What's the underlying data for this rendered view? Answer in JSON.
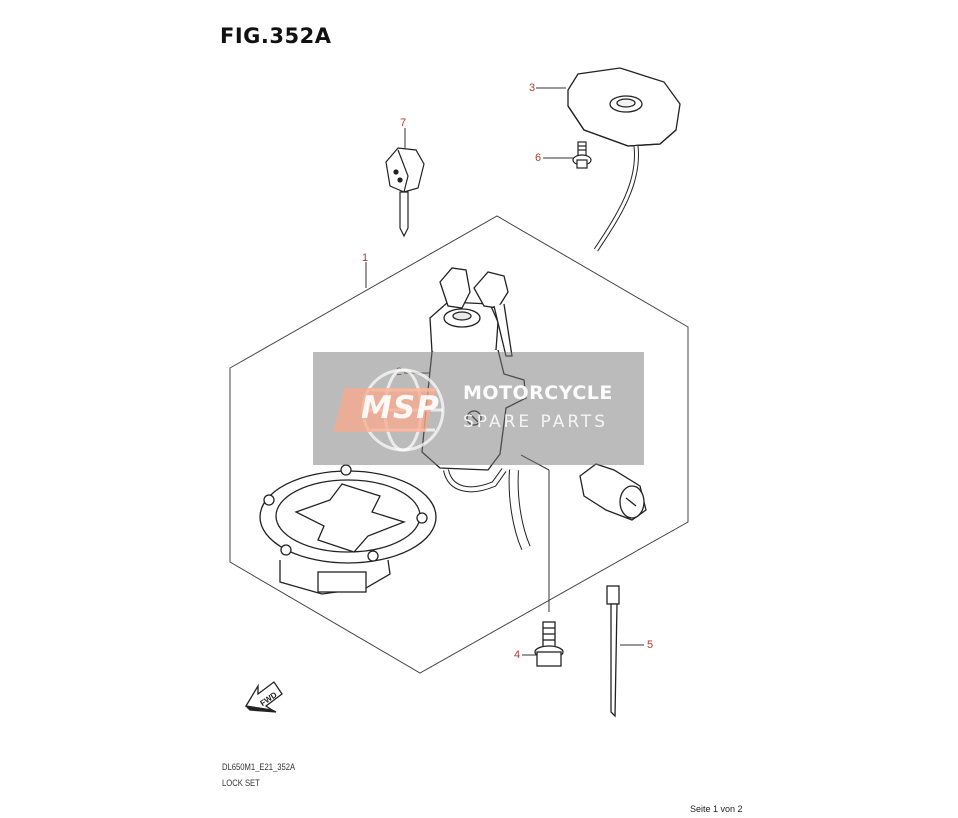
{
  "figure": {
    "title": "FIG.352A",
    "model_code": "DL650M1_E21_352A",
    "group_name": "LOCK SET",
    "page_label": "Seite 1 von 2"
  },
  "callouts": [
    {
      "id": "1",
      "label": "1"
    },
    {
      "id": "2",
      "label": "2"
    },
    {
      "id": "3",
      "label": "3"
    },
    {
      "id": "4",
      "label": "4"
    },
    {
      "id": "5",
      "label": "5"
    },
    {
      "id": "6",
      "label": "6"
    },
    {
      "id": "7",
      "label": "7"
    }
  ],
  "direction_arrow": {
    "label": "FWD"
  },
  "watermark": {
    "badge": "MSP",
    "line1": "MOTORCYCLE",
    "line2": "SPARE PARTS"
  },
  "colors": {
    "callout": "#b23a2a",
    "line": "#333333",
    "watermark_bg": "#808080",
    "watermark_badge": "#f7a98a"
  }
}
